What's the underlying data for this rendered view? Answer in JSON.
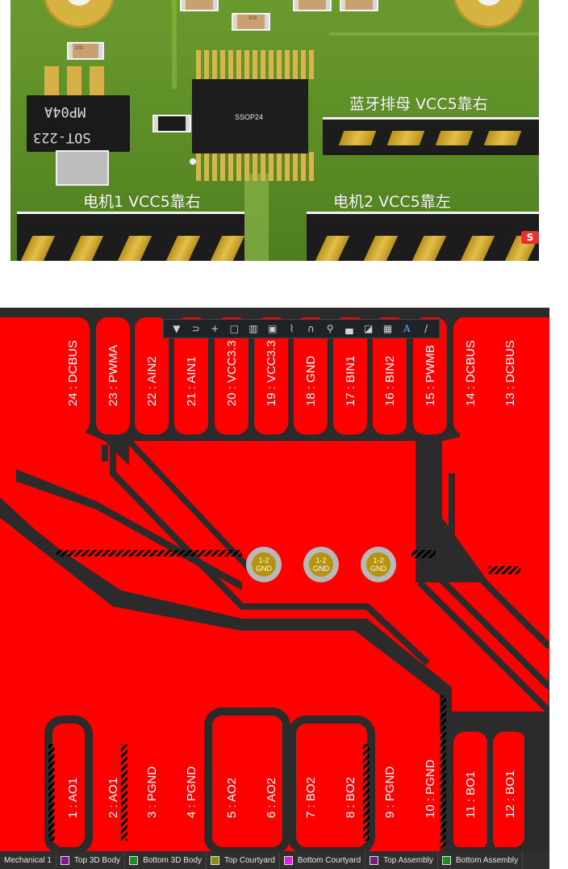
{
  "board3d": {
    "chip_label": "SSOP24",
    "sot_line1": "SOT-223",
    "sot_line2": "MP04A",
    "smd_code": "103",
    "smd_code2": "103",
    "label_bt_header": "蓝牙排母 VCC5靠右",
    "label_motor1": "电机1 VCC5靠右",
    "label_motor2": "电机2 VCC5靠左",
    "logo_text": "S"
  },
  "pcb": {
    "top_pads": [
      "24 : DCBUS",
      "23 : PWMA",
      "22 : AIN2",
      "21 : AIN1",
      "20 : VCC3.3",
      "19 : VCC3.3",
      "18 : GND",
      "17 : BIN1",
      "16 : BIN2",
      "15 : PWMB",
      "14 : DCBUS",
      "13 : DCBUS"
    ],
    "bottom_pads": [
      "1 : AO1",
      "2 : AO1",
      "3 : PGND",
      "4 : PGND",
      "5 : AO2",
      "6 : AO2",
      "7 : BO2",
      "8 : BO2",
      "9 : PGND",
      "10 : PGND",
      "11 : BO1",
      "12 : BO1"
    ],
    "via_line1": "1-2",
    "via_line2": "GND",
    "copper_color": "#ff0000",
    "background_color": "#2b2b2b"
  },
  "toolbar": {
    "buttons": [
      "filter-icon",
      "magnet-icon",
      "plus-icon",
      "select-rect-icon",
      "chart-icon",
      "component-icon",
      "route-icon",
      "arc-icon",
      "pin-icon",
      "fill-icon",
      "rect-icon",
      "graph-icon",
      "text-icon",
      "line-icon"
    ],
    "text_button": "A"
  },
  "layers": [
    {
      "label": "Mechanical 1",
      "color": "#2f2f2f"
    },
    {
      "label": "Top 3D Body",
      "color": "#7a1e8c"
    },
    {
      "label": "Bottom 3D Body",
      "color": "#1f8c1f"
    },
    {
      "label": "Top Courtyard",
      "color": "#8c8c1a"
    },
    {
      "label": "Bottom Courtyard",
      "color": "#e61ee6"
    },
    {
      "label": "Top Assembly",
      "color": "#7a1e8c"
    },
    {
      "label": "Bottom Assembly",
      "color": "#1f8c1f"
    }
  ]
}
